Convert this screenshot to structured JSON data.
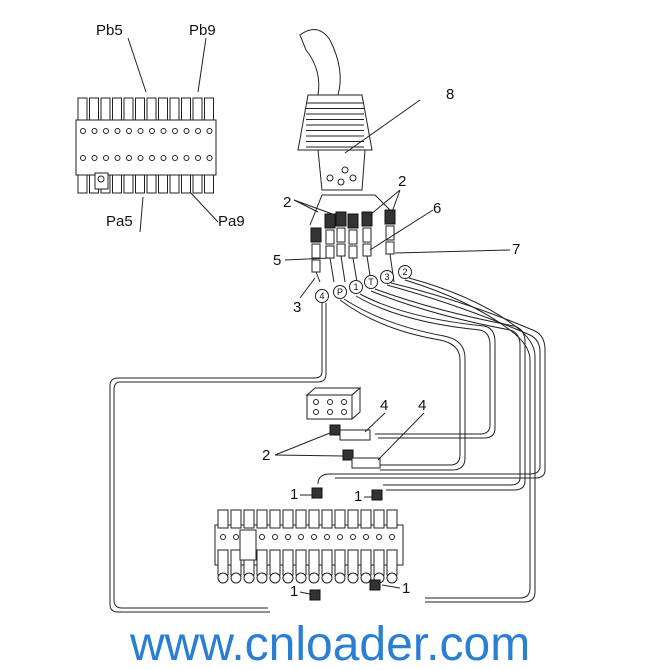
{
  "watermark": "www.cnloader.com",
  "small_valve_labels": {
    "pb5": "Pb5",
    "pb9": "Pb9",
    "pa5": "Pa5",
    "pa9": "Pa9"
  },
  "callouts": {
    "joystick": "8",
    "fitting_left": "2",
    "fitting_right": "2",
    "item6": "6",
    "item7": "7",
    "item5": "5",
    "item3": "3",
    "hose_a": "4",
    "hose_b": "4",
    "block_fittings": "2",
    "valve_fit_tl": "1",
    "valve_fit_tr": "1",
    "valve_fit_bl": "1",
    "valve_fit_br": "1"
  },
  "port_circles": [
    "4",
    "P",
    "1",
    "T",
    "3",
    "2"
  ]
}
